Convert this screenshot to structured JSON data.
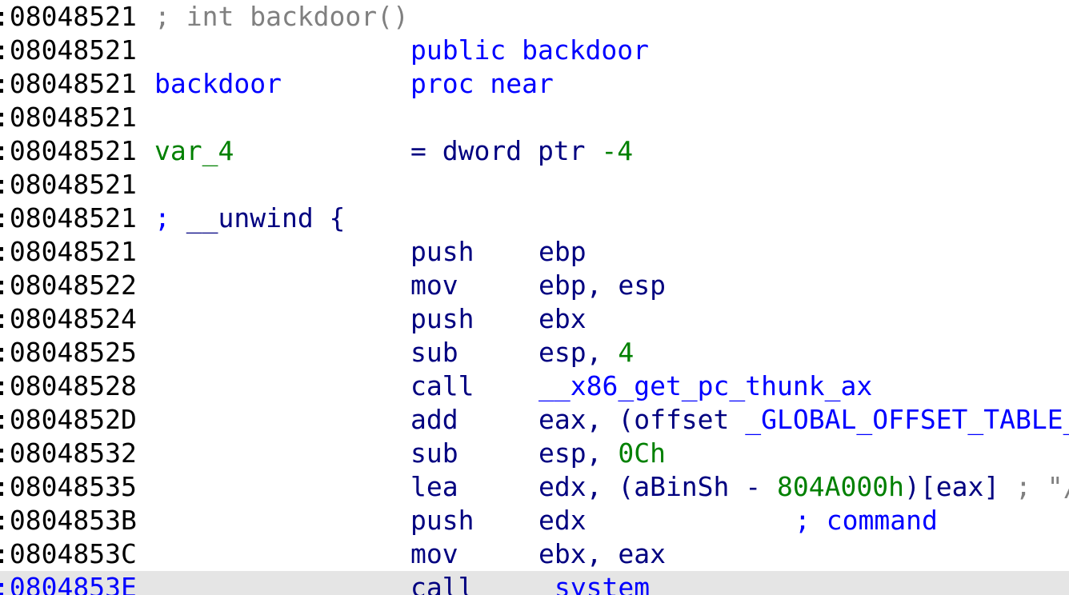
{
  "view": "IDA View - disassembly listing",
  "colors": {
    "comment": "#808080",
    "keyword": "#0000ff",
    "name": "#000080",
    "number": "#008000",
    "highlight_row": "#e5e5e5"
  },
  "lines": {
    "l0": {
      "addr": ":08048521",
      "comment": "; int backdoor()"
    },
    "l1": {
      "addr": ":08048521",
      "directive": "public backdoor"
    },
    "l2": {
      "addr": ":08048521",
      "label": "backdoor",
      "directive": "proc near"
    },
    "l3": {
      "addr": ":08048521"
    },
    "l4": {
      "addr": ":08048521",
      "label": "var_4",
      "def_a": "= dword ptr ",
      "def_b": "-4"
    },
    "l5": {
      "addr": ":08048521"
    },
    "l6": {
      "addr": ":08048521",
      "comment_a": "; ",
      "comment_b": "__unwind {"
    },
    "l7": {
      "addr": ":08048521",
      "mnem": "push",
      "op": "ebp"
    },
    "l8": {
      "addr": ":08048522",
      "mnem": "mov",
      "op": "ebp, esp"
    },
    "l9": {
      "addr": ":08048524",
      "mnem": "push",
      "op": "ebx"
    },
    "l10": {
      "addr": ":08048525",
      "mnem": "sub",
      "op_a": "esp, ",
      "op_b": "4"
    },
    "l11": {
      "addr": ":08048528",
      "mnem": "call",
      "op": "__x86_get_pc_thunk_ax"
    },
    "l12": {
      "addr": ":0804852D",
      "mnem": "add",
      "op_a": "eax, (offset ",
      "op_b": "_GLOBAL_OFFSET_TABLE_"
    },
    "l13": {
      "addr": ":08048532",
      "mnem": "sub",
      "op_a": "esp, ",
      "op_b": "0Ch"
    },
    "l14": {
      "addr": ":08048535",
      "mnem": "lea",
      "op_a": "edx, (aBinSh - ",
      "op_b": "804A000h",
      "op_c": ")[eax] ",
      "op_d": "; \"/"
    },
    "l15": {
      "addr": ":0804853B",
      "mnem": "push",
      "op": "edx",
      "comment": "; command"
    },
    "l16": {
      "addr": ":0804853C",
      "mnem": "mov",
      "op": "ebx, eax"
    },
    "l17": {
      "addr": ":0804853E",
      "mnem": "call",
      "op": "_system"
    }
  }
}
